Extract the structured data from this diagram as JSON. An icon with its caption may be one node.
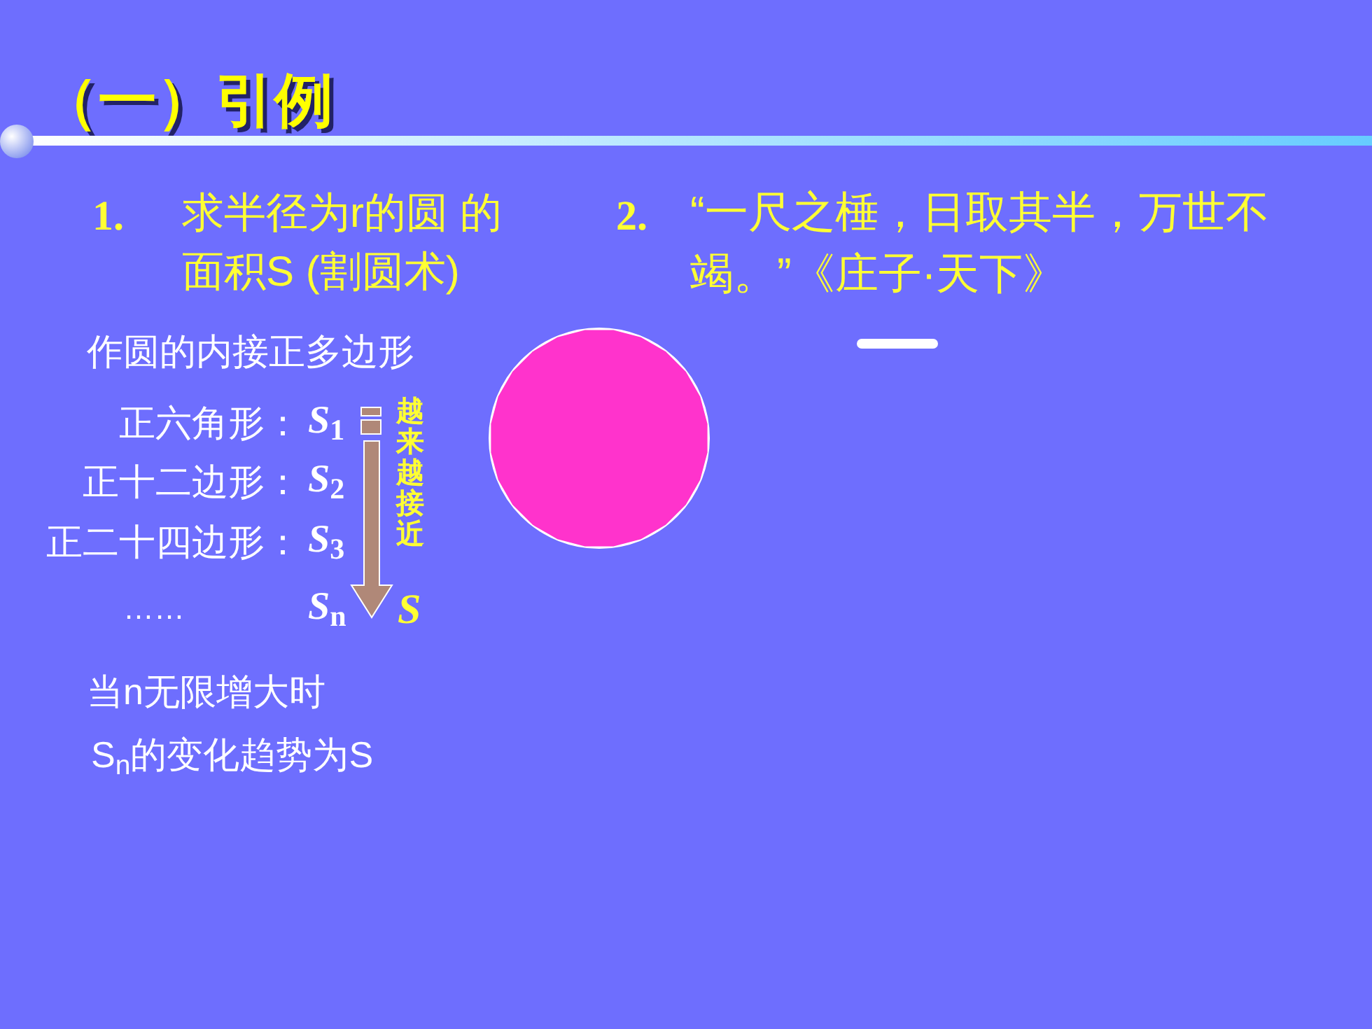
{
  "diagram": {
    "title": "（一）引例",
    "labels": [
      "1.",
      "求半径为r的圆 的面积S (割圆术)",
      "2.",
      "“一尺之棰，日取其半，万世不竭。”《庄子·天下》",
      "作圆的内接正多边形",
      "正六角形：",
      "*S*$_{1}$",
      "正十二边形：",
      "*S*$_{2}$",
      "正二十四边形：",
      "*S*$_{3}$",
      "……",
      "*S*$_{n}$",
      "越来越接近",
      "S",
      "当n无限增大时",
      "S$_{n}$的变化趋势为S"
    ]
  }
}
